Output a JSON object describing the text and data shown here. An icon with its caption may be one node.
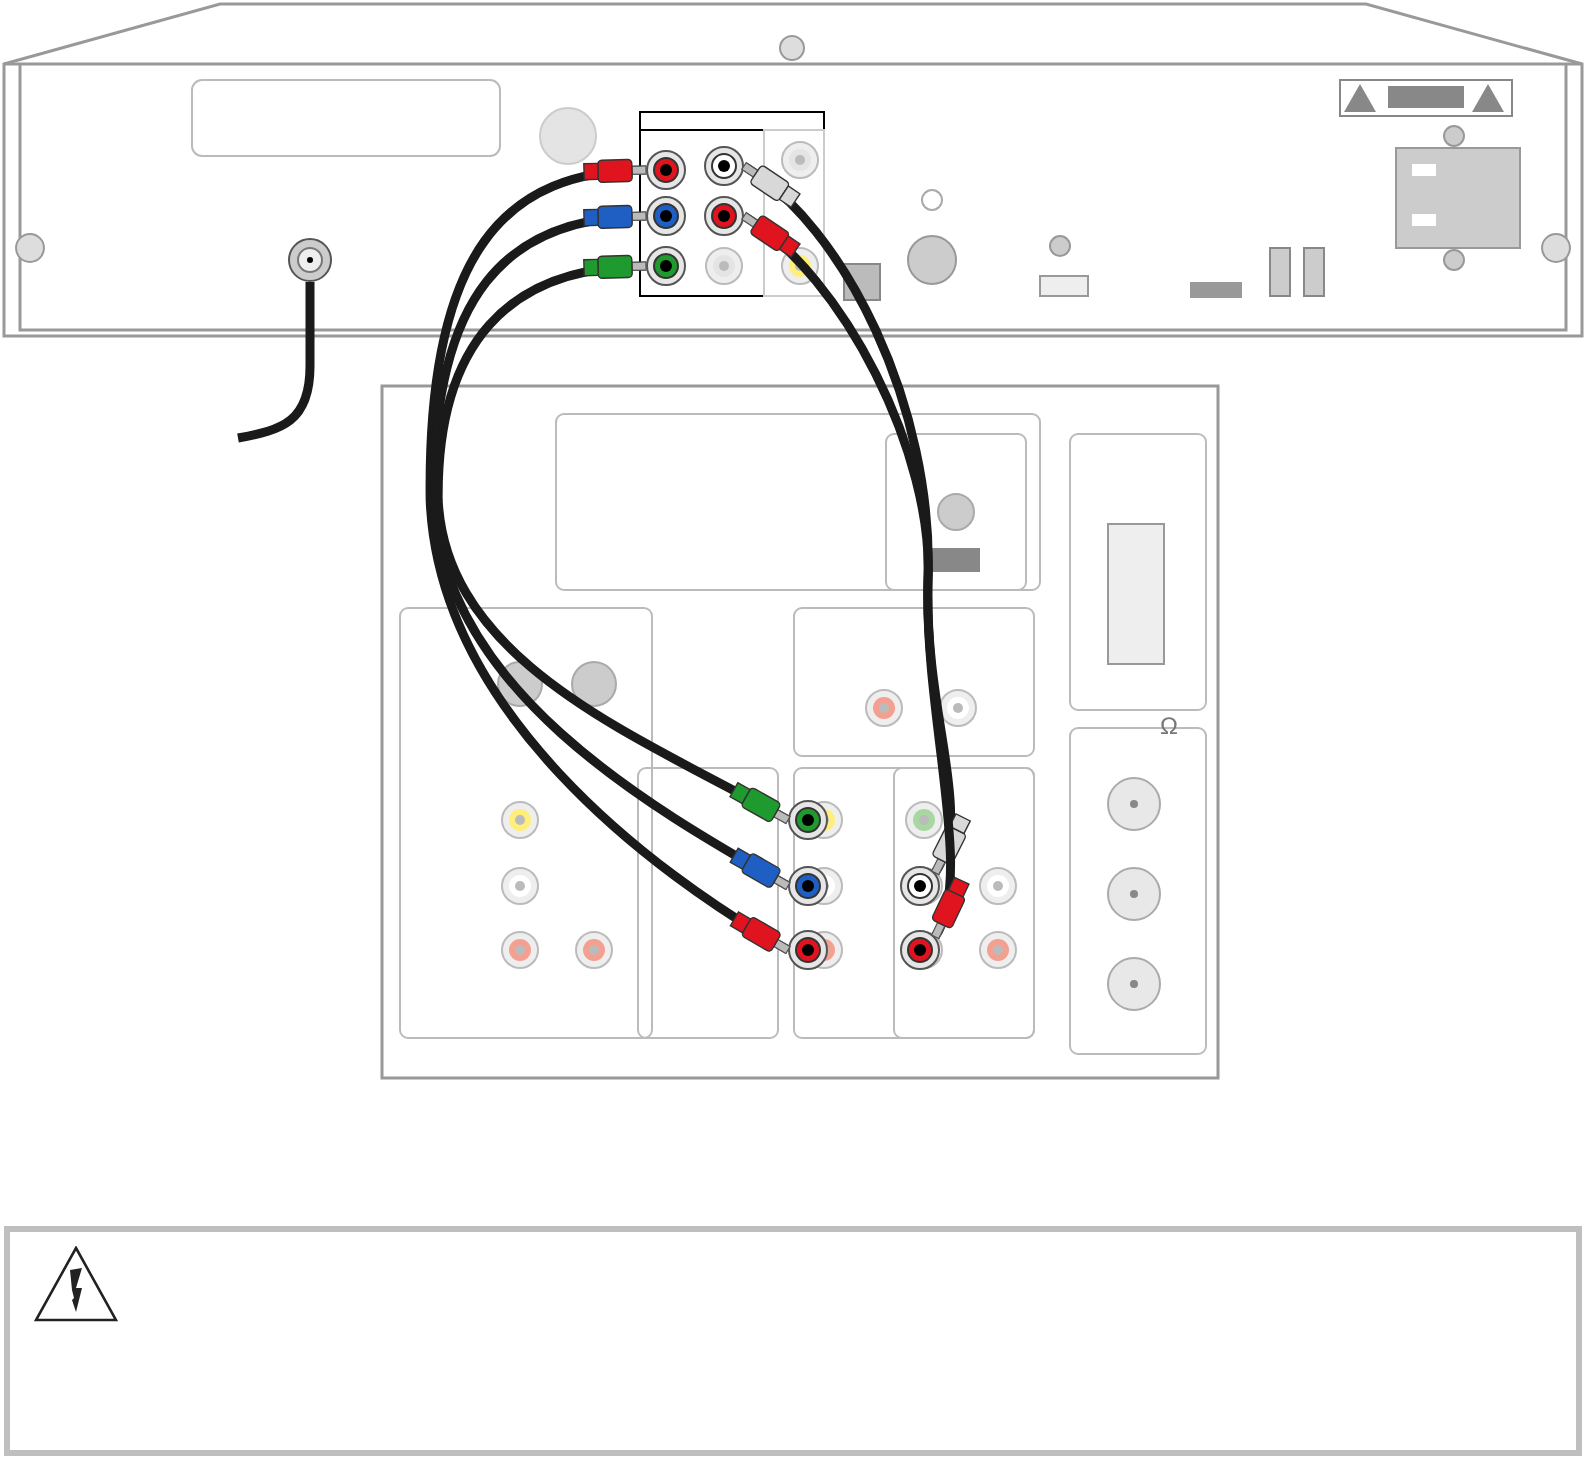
{
  "diagram": {
    "nodes": [
      {
        "text": [],
        "shape": "box"
      },
      {
        "text": [],
        "shape": "circle",
        "in": 0
      },
      {
        "text": [],
        "shape": "circle",
        "in": 0
      },
      {
        "text": [],
        "shape": "circle",
        "in": 0
      },
      {
        "text": [],
        "shape": "circle",
        "in": 0
      },
      {
        "text": [],
        "shape": "circle",
        "in": 0
      },
      {
        "text": [],
        "shape": "circle",
        "in": 0
      },
      {
        "text": [],
        "shape": "box"
      },
      {
        "text": [],
        "shape": "circle",
        "in": 7
      },
      {
        "text": [],
        "shape": "circle",
        "in": 7
      },
      {
        "text": [],
        "shape": "circle",
        "in": 7
      },
      {
        "text": [],
        "shape": "circle",
        "in": 7
      },
      {
        "text": [],
        "shape": "circle",
        "in": 7
      }
    ],
    "edges": [
      {
        "from": 1,
        "to": 11,
        "arrow": "none"
      },
      {
        "from": 3,
        "to": 9,
        "arrow": "none"
      },
      {
        "from": 6,
        "to": 8,
        "arrow": "none"
      },
      {
        "from": 2,
        "to": 10,
        "arrow": "none"
      },
      {
        "from": 4,
        "to": 12,
        "arrow": "none"
      },
      {
        "from": 5,
        "to": null,
        "arrow": "none"
      }
    ],
    "labels": [
      "Ω"
    ]
  }
}
